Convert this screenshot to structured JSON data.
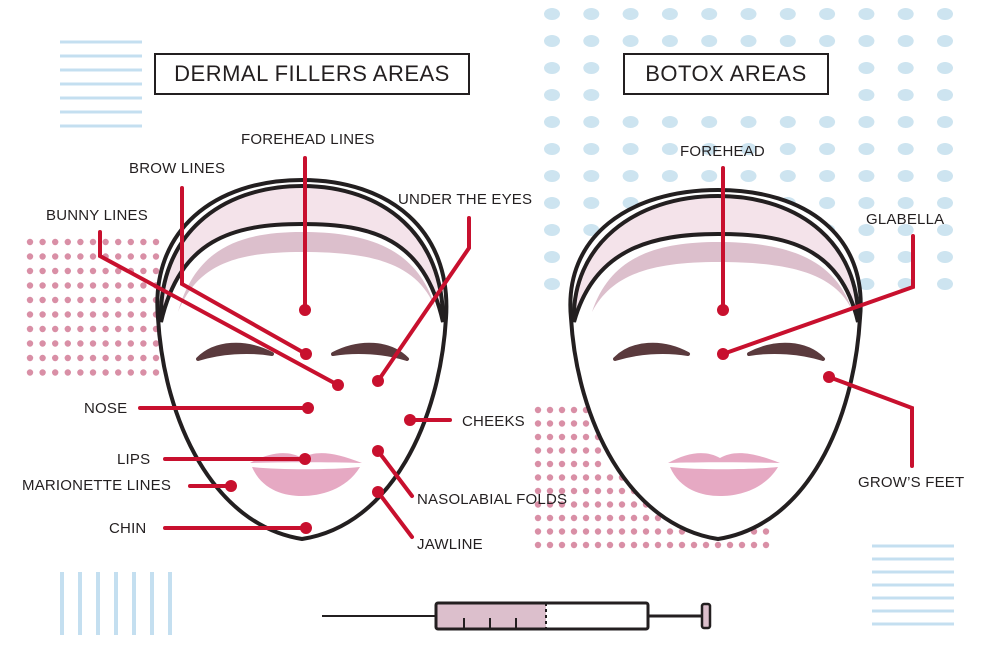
{
  "titles": {
    "fillers": "DERMAL FILLERS AREAS",
    "botox": "BOTOX AREAS"
  },
  "fillers_labels": {
    "forehead_lines": "FOREHEAD LINES",
    "brow_lines": "BROW LINES",
    "bunny_lines": "BUNNY LINES",
    "under_the_eyes": "UNDER THE EYES",
    "nose": "NOSE",
    "cheeks": "CHEEKS",
    "lips": "LIPS",
    "marionette_lines": "MARIONETTE LINES",
    "nasolabial_folds": "NASOLABIAL FOLDS",
    "chin": "CHIN",
    "jawline": "JAWLINE"
  },
  "botox_labels": {
    "forehead": "FOREHEAD",
    "glabella": "GLABELLA",
    "crows_feet": "GROW’S FEET"
  },
  "colors": {
    "accent": "#c8102e",
    "outline": "#231f20",
    "headband": "#f4e3ea",
    "headband_shade": "#dcbfcc",
    "lips": "#e6a9c3",
    "brow": "#5a3a3d",
    "blue_dots": "#cde4f0",
    "pink_dots": "#d98fa6",
    "blue_stripes": "#c4dff0"
  }
}
